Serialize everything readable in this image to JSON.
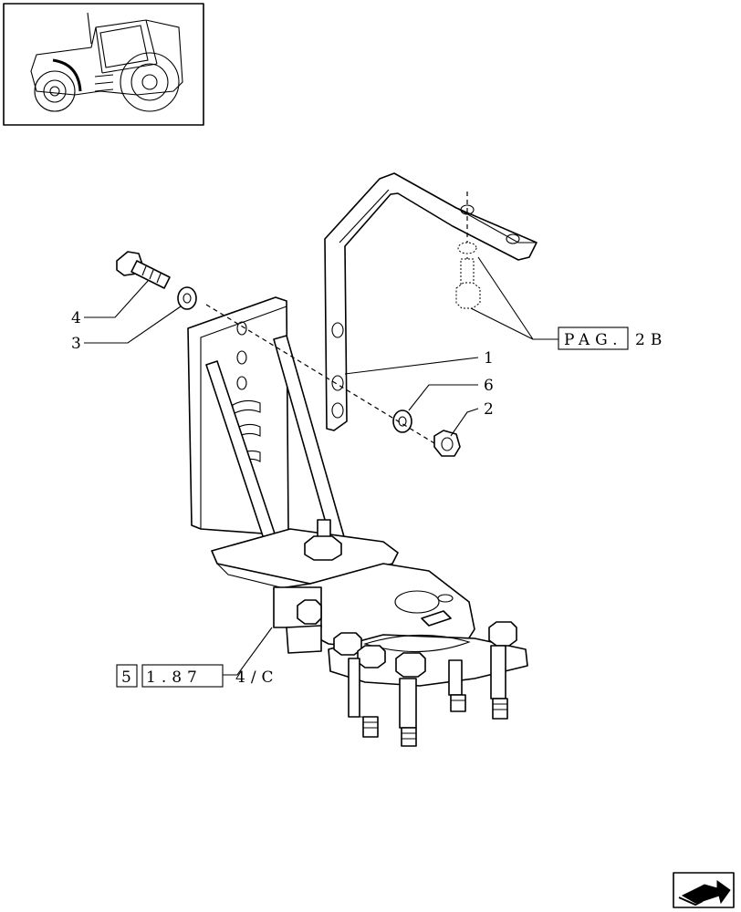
{
  "callouts": {
    "c1": "1",
    "c2": "2",
    "c3": "3",
    "c4": "4",
    "c6": "6"
  },
  "references": {
    "pag_box": "PAG.",
    "pag_suffix": "2B",
    "ref_prefix_box": "5",
    "ref_main_box": "1.87",
    "ref_suffix": "4/C"
  },
  "icons": {
    "tractor_thumbnail": "tractor-thumbnail-icon",
    "next_page": "next-page-arrow-icon"
  }
}
